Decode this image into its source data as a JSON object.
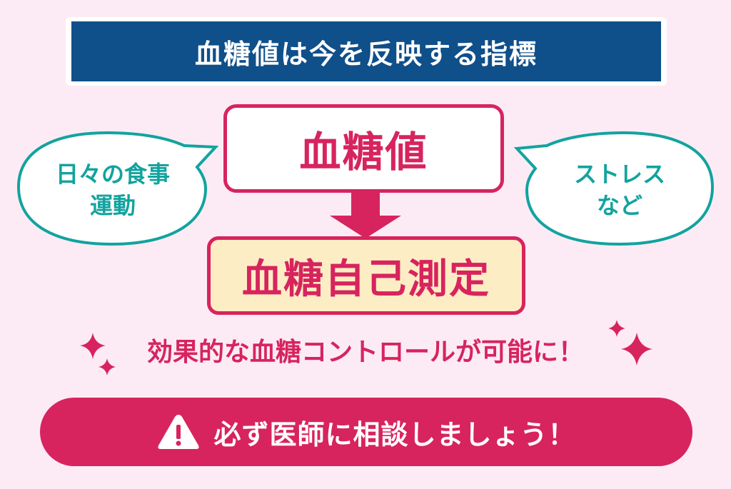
{
  "header": {
    "title": "血糖値は今を反映する指標"
  },
  "diagram": {
    "main_label": "血糖値",
    "measure_label": "血糖自己測定",
    "left_factor": {
      "line1": "日々の食事",
      "line2": "運動"
    },
    "right_factor": {
      "line1": "ストレス",
      "line2": "など"
    }
  },
  "effect": {
    "text": "効果的な血糖コントロールが可能に！"
  },
  "alert": {
    "text": "必ず医師に相談しましょう！"
  },
  "colors": {
    "accent": "#d7245e",
    "header": "#0f4f8a",
    "bubble": "#12a39f",
    "highlight": "#fdedc4",
    "background": "#fcebf5"
  }
}
